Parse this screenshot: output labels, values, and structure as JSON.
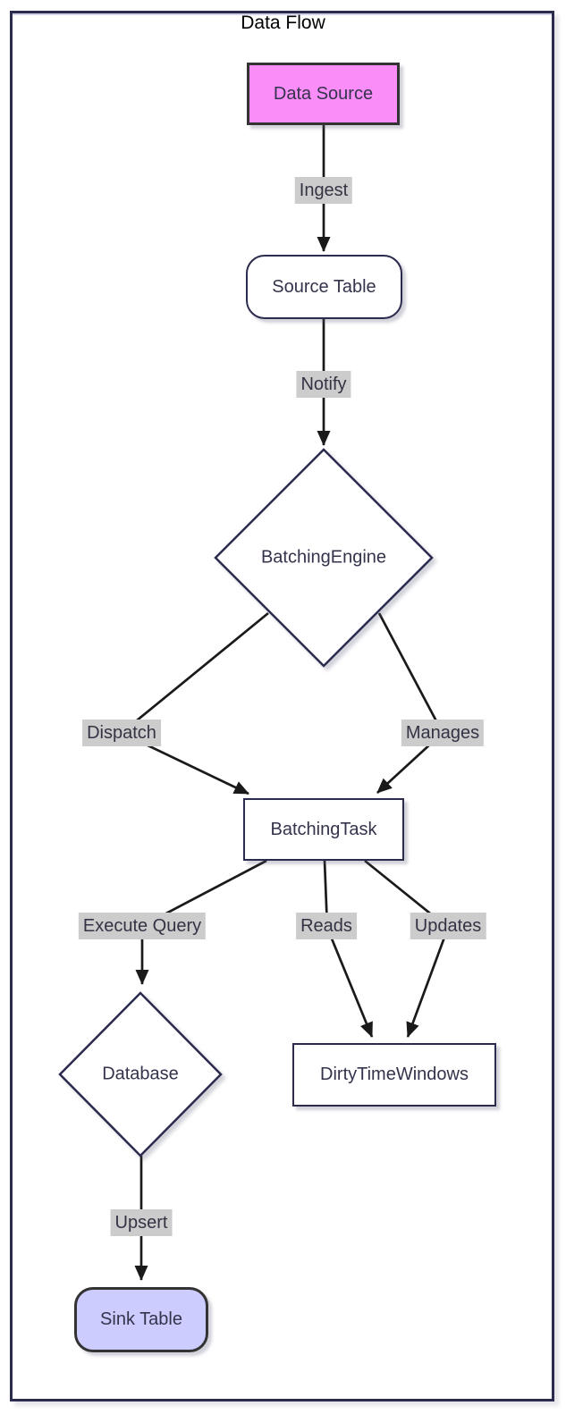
{
  "diagram": {
    "title": "Data Flow",
    "nodes": {
      "data_source": {
        "label": "Data Source",
        "shape": "rectangle",
        "fill": "#fb8df8",
        "stroke": "#333333"
      },
      "source_table": {
        "label": "Source Table",
        "shape": "rounded",
        "fill": "#ffffff",
        "stroke": "#2b2b4e"
      },
      "batching_engine": {
        "label": "BatchingEngine",
        "shape": "diamond",
        "fill": "#ffffff",
        "stroke": "#2b2b4e"
      },
      "batching_task": {
        "label": "BatchingTask",
        "shape": "rectangle",
        "fill": "#ffffff",
        "stroke": "#2b2b4e"
      },
      "database": {
        "label": "Database",
        "shape": "diamond",
        "fill": "#ffffff",
        "stroke": "#2b2b4e"
      },
      "dirty_time_windows": {
        "label": "DirtyTimeWindows",
        "shape": "rectangle",
        "fill": "#ffffff",
        "stroke": "#2b2b4e"
      },
      "sink_table": {
        "label": "Sink Table",
        "shape": "rounded",
        "fill": "#ccccff",
        "stroke": "#333333"
      }
    },
    "edges": [
      {
        "from": "data_source",
        "to": "source_table",
        "label": "Ingest"
      },
      {
        "from": "source_table",
        "to": "batching_engine",
        "label": "Notify"
      },
      {
        "from": "batching_engine",
        "to": "batching_task",
        "label": "Dispatch"
      },
      {
        "from": "batching_engine",
        "to": "batching_task",
        "label": "Manages"
      },
      {
        "from": "batching_task",
        "to": "database",
        "label": "Execute Query"
      },
      {
        "from": "batching_task",
        "to": "dirty_time_windows",
        "label": "Reads"
      },
      {
        "from": "batching_task",
        "to": "dirty_time_windows",
        "label": "Updates"
      },
      {
        "from": "database",
        "to": "sink_table",
        "label": "Upsert"
      }
    ],
    "colors": {
      "edge": "#1a1a1a",
      "node_border": "#2b2b4e",
      "node_text": "#33334c",
      "label_bg": "#cccccc",
      "label_text": "#333344",
      "cluster_border": "#2b2b4e",
      "title_text": "#000000",
      "styled_border": "#333333",
      "pink_fill": "#fb8df8",
      "lavender_fill": "#ccccff",
      "node_fill": "#ffffff"
    }
  }
}
